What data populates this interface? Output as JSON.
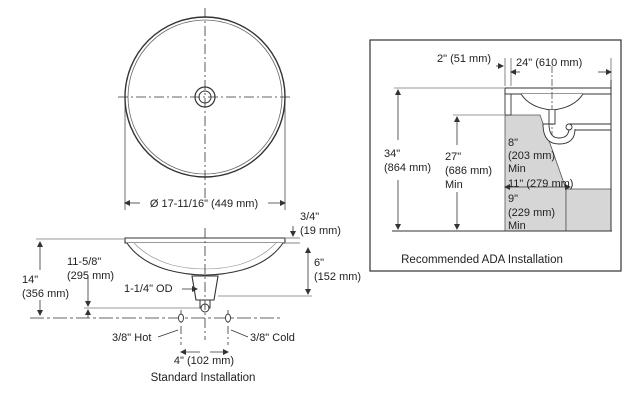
{
  "top_view": {
    "diameter_label": "Ø 17-11/16\" (449 mm)"
  },
  "side_view": {
    "rim_in": "3/4\"",
    "rim_mm": "(19 mm)",
    "bowl_in": "6\"",
    "bowl_mm": "(152 mm)",
    "floor_to_drain_in": "11-5/8\"",
    "floor_to_drain_mm": "(295 mm)",
    "floor_to_rim_in": "14\"",
    "floor_to_rim_mm": "(356 mm)",
    "drain_label": "1-1/4\" OD",
    "hot_label": "3/8\" Hot",
    "cold_label": "3/8\" Cold",
    "spacing_label": "4\" (102 mm)",
    "caption": "Standard Installation"
  },
  "ada": {
    "top_offset": "2\" (51 mm)",
    "depth": "24\" (610 mm)",
    "counter_in": "34\"",
    "counter_mm": "(864 mm)",
    "knee_in": "27\"",
    "knee_mm": "(686 mm)",
    "knee_min": "Min",
    "k8_in": "8\"",
    "k8_mm": "(203 mm)",
    "k8_min": "Min",
    "toe_depth": "11\" (279 mm)",
    "t9_in": "9\"",
    "t9_mm": "(229 mm)",
    "t9_min": "Min",
    "caption": "Recommended ADA Installation"
  }
}
